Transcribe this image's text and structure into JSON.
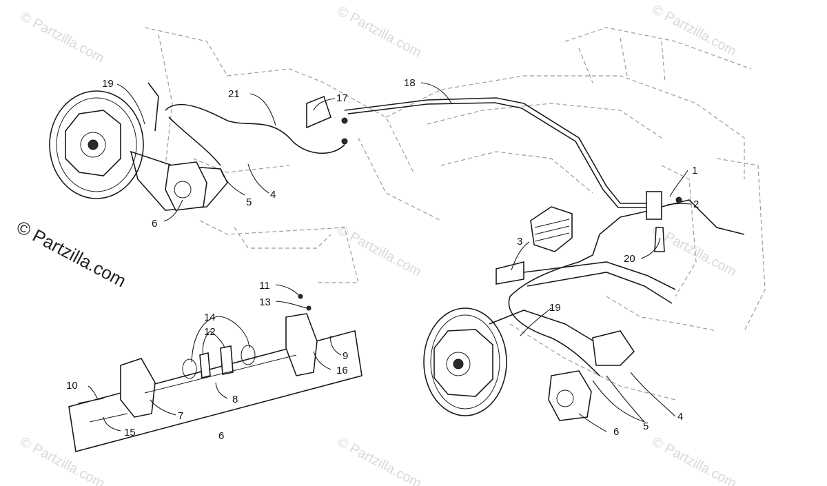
{
  "watermark": {
    "small_text": "© Partzilla.com",
    "big_text": "© Partzilla.com"
  },
  "callouts": {
    "c1": "1",
    "c2": "2",
    "c3": "3",
    "c4_left": "4",
    "c4_right": "4",
    "c5_left": "5",
    "c5_right": "5",
    "c6_left": "6",
    "c6_right": "6",
    "c6_box": "6",
    "c7": "7",
    "c8": "8",
    "c9": "9",
    "c10": "10",
    "c11": "11",
    "c12": "12",
    "c13": "13",
    "c14": "14",
    "c15": "15",
    "c16": "16",
    "c17": "17",
    "c18": "18",
    "c19_left": "19",
    "c19_right": "19",
    "c20": "20",
    "c21": "21"
  }
}
